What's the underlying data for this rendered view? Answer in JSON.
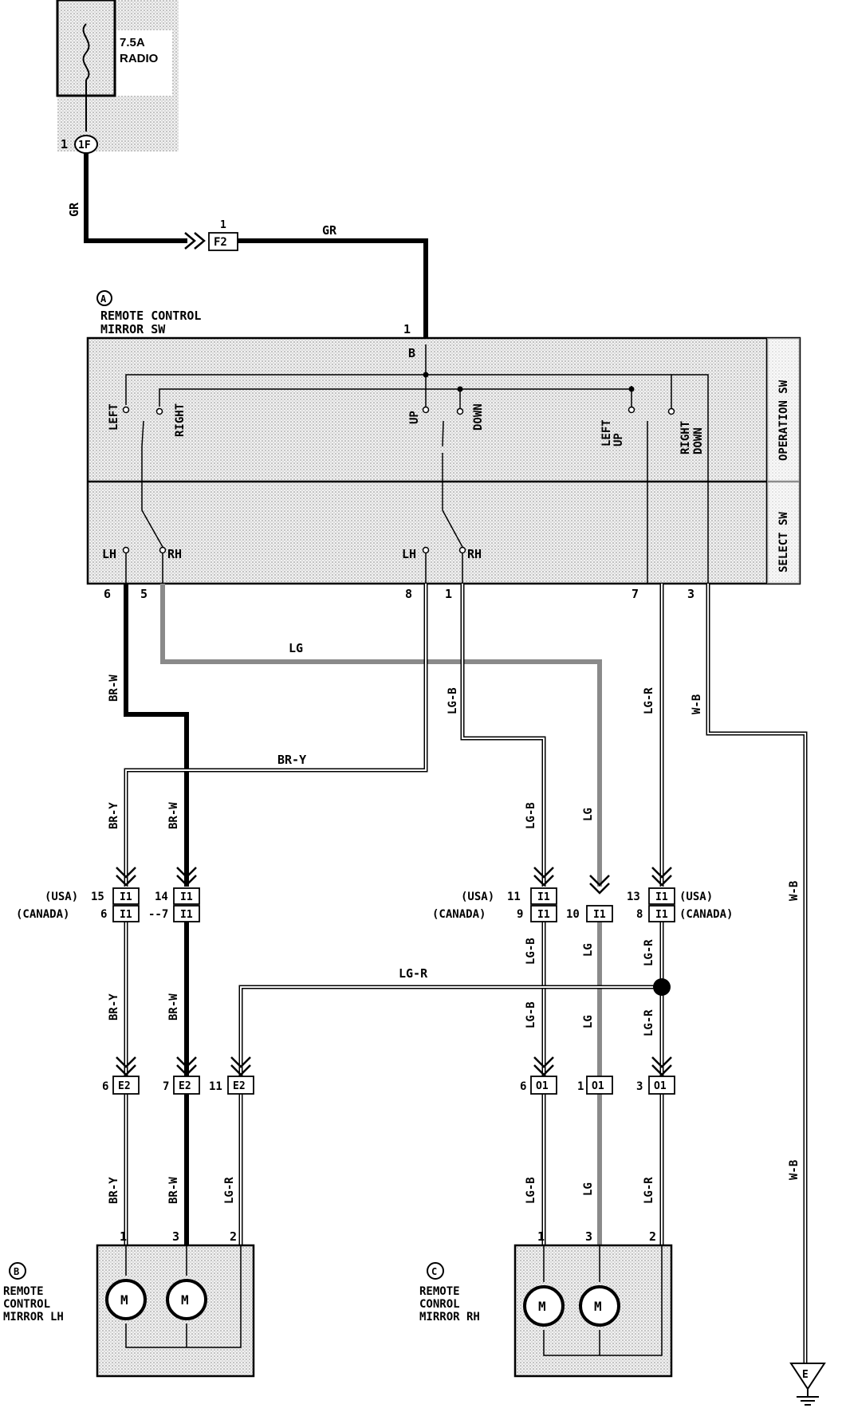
{
  "fuse": {
    "rating": "7.5A",
    "name": "RADIO"
  },
  "connector_1f": {
    "label": "1F",
    "pin": "1"
  },
  "wires": {
    "gr": "GR",
    "lg": "LG",
    "lg_b": "LG-B",
    "lg_r": "LG-R",
    "br_w": "BR-W",
    "br_y": "BR-Y",
    "w_b": "W-B"
  },
  "f2": {
    "label": "F2",
    "pin": "1"
  },
  "switch": {
    "badge": "A",
    "title_line1": "REMOTE CONTROL",
    "title_line2": "MIRROR SW",
    "pin1": "1",
    "pinB": "B",
    "operation_sw": "OPERATION SW",
    "select_sw": "SELECT SW",
    "left": "LEFT",
    "right": "RIGHT",
    "up": "UP",
    "down": "DOWN",
    "left_up_1": "LEFT",
    "left_up_2": "UP",
    "right_down_1": "RIGHT",
    "right_down_2": "DOWN",
    "lh": "LH",
    "rh": "RH",
    "pins": {
      "p6": "6",
      "p5": "5",
      "p8": "8",
      "p1": "1",
      "p7": "7",
      "p3": "3"
    }
  },
  "i1": {
    "label": "I1",
    "usa": "(USA)",
    "canada": "(CANADA)",
    "usa_r": "(USA)",
    "canada_r": "(CANADA)",
    "left_usa_pin": "15",
    "left_canada_pin": "6",
    "mid_usa_pin": "14",
    "mid_canada_pin": "--7",
    "r1_usa_pin": "11",
    "r1_canada_pin": "9",
    "r2_pin": "10",
    "r3_usa_pin": "13",
    "r3_canada_pin": "8"
  },
  "e2": {
    "label": "E2",
    "pins": [
      "6",
      "7",
      "11"
    ]
  },
  "o1": {
    "label": "O1",
    "pins": [
      "6",
      "1",
      "3"
    ]
  },
  "mirror_lh": {
    "badge": "B",
    "line1": "REMOTE",
    "line2": "CONTROL",
    "line3": "MIRROR LH",
    "pins": [
      "1",
      "3",
      "2"
    ],
    "motor": "M"
  },
  "mirror_rh": {
    "badge": "C",
    "line1": "REMOTE",
    "line2": "CONROL",
    "line3": "MIRROR RH",
    "pins": [
      "1",
      "3",
      "2"
    ],
    "motor": "M"
  },
  "ground": {
    "label": "E"
  }
}
